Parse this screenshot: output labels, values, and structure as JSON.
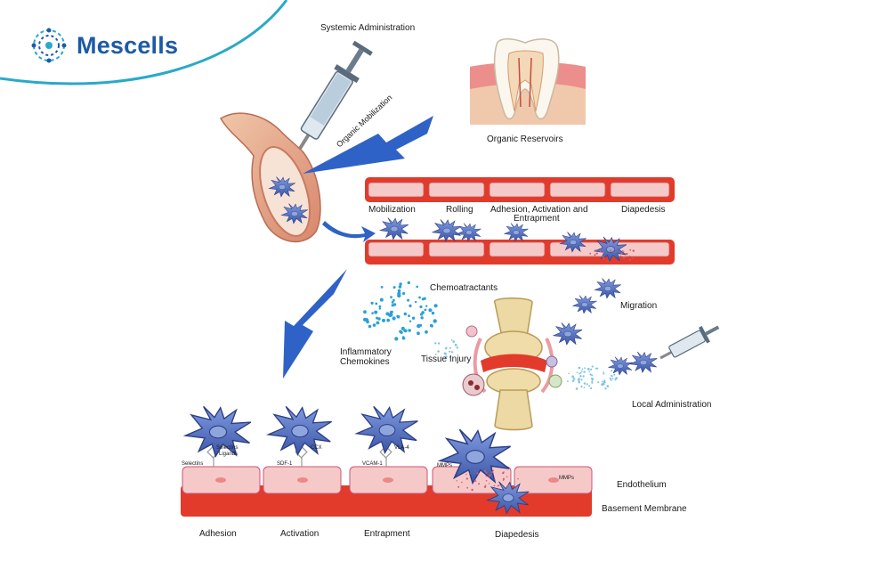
{
  "brand": {
    "name": "Mescells",
    "logo_icon": "mesh-circle-logo"
  },
  "colors": {
    "brand_blue": "#1c5aa6",
    "teal": "#2aa9c9",
    "vessel_red": "#e23b2b",
    "endo_pink": "#f6c9c9",
    "cell_blue": "#4f6fbf",
    "arrow_blue": "#2f62c7"
  },
  "labels": {
    "systemic_administration": "Systemic Administration",
    "organic_mobilization": "Organic Mobilization",
    "organic_reservoirs": "Organic Reservoirs",
    "mobilization": "Mobilization",
    "rolling": "Rolling",
    "adhesion_activation_entrapment_1": "Adhesion, Activation and",
    "adhesion_activation_entrapment_2": "Entrapment",
    "diapedesis_top": "Diapedesis",
    "chemoattractants": "Chemoatractants",
    "migration": "Migration",
    "inflammatory_1": "Inflammatory",
    "inflammatory_2": "Chemokines",
    "tissue_injury": "Tissue Injury",
    "local_administration": "Local Administration",
    "selectins": "Selectins",
    "selectins_ligands_1": "Selectins",
    "selectins_ligands_2": "Ligands",
    "sdf1": "SDF-1",
    "ccx": "CCX",
    "vcam1": "VCAM-1",
    "vla4": "VLA-4",
    "mmps_left": "MMPs",
    "mmps_right": "MMPs",
    "endothelium": "Endothelium",
    "basement_membrane": "Basement Membrane",
    "adhesion": "Adhesion",
    "activation": "Activation",
    "entrapment": "Entrapment",
    "diapedesis_bottom": "Diapedesis"
  }
}
